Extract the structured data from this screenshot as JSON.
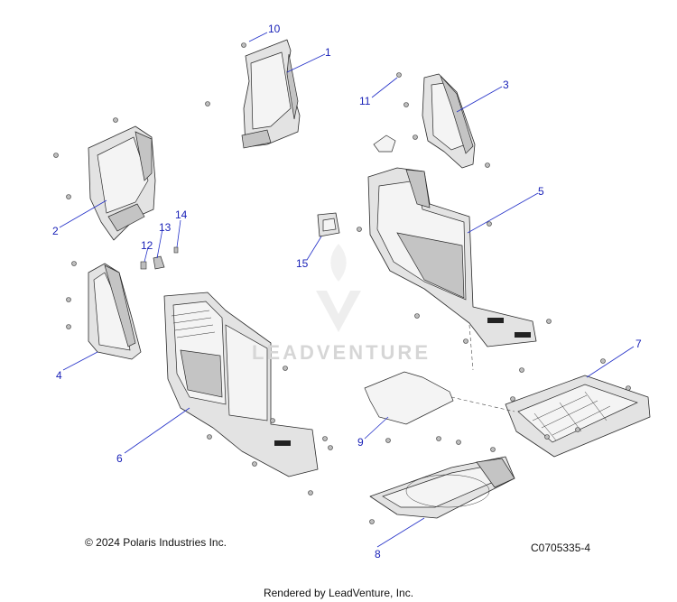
{
  "callouts": [
    "1",
    "2",
    "3",
    "4",
    "5",
    "6",
    "7",
    "8",
    "9",
    "10",
    "11",
    "12",
    "13",
    "14",
    "15"
  ],
  "copyright": "© 2024 Polaris Industries Inc.",
  "diagram_id": "C0705335-4",
  "watermark": "LEADVENTURE",
  "footer": "Rendered by LeadVenture, Inc.",
  "colors": {
    "callout": "#1a22b8",
    "part_fill": "#e3e3e3",
    "outline": "#2a2a2a"
  }
}
